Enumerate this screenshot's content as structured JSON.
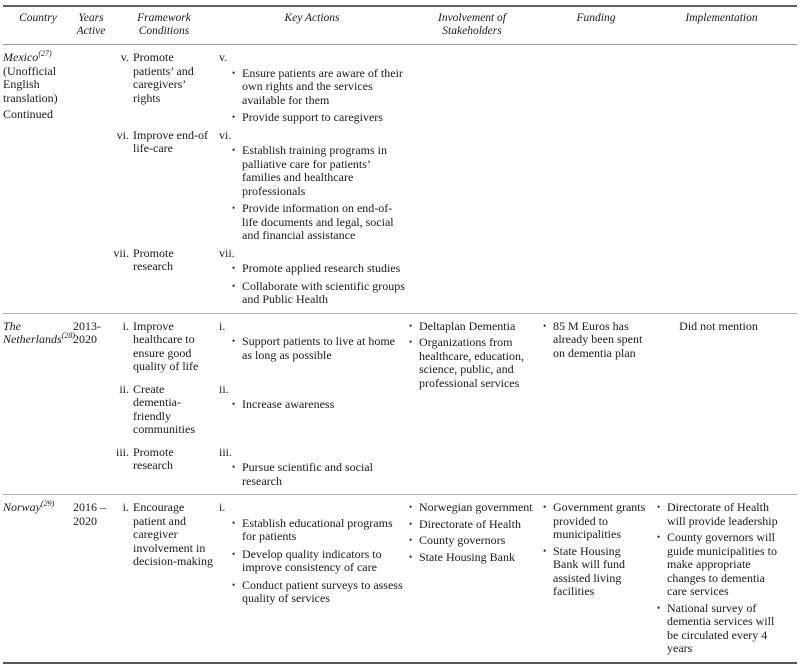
{
  "glyphs": {
    "bullet": "•"
  },
  "table": {
    "headers": [
      "Country",
      "Years Active",
      "Framework Conditions",
      "Key Actions",
      "Involvement of Stakeholders",
      "Funding",
      "Implementation"
    ],
    "rows": [
      {
        "country": {
          "name": "Mexico",
          "sup": "(27)",
          "note": "(Unofficial English translation)",
          "continued": "Continued"
        },
        "years": "",
        "sections": [
          {
            "num": "v.",
            "framework": "Promote patients’ and caregivers’ rights",
            "actions": [
              "Ensure patients are aware of their own rights and the services available for them",
              "Provide support to caregivers"
            ]
          },
          {
            "num": "vi.",
            "framework": "Improve end-of life-care",
            "actions": [
              "Establish training programs in palliative care for patients’ families and healthcare professionals",
              "Provide information on end-of-life documents and legal, social and financial assistance"
            ]
          },
          {
            "num": "vii.",
            "framework": "Promote research",
            "actions": [
              "Promote applied research studies",
              "Collaborate with scientific groups and Public Health"
            ]
          }
        ],
        "stakeholders": [],
        "funding": [],
        "implementation": []
      },
      {
        "country": {
          "name": "The Netherlands",
          "sup": "(28)"
        },
        "years": "2013-2020",
        "sections": [
          {
            "num": "i.",
            "framework": "Improve healthcare to ensure good quality of life",
            "actions": [
              "Support patients to live at home as long as possible"
            ]
          },
          {
            "num": "ii.",
            "framework": "Create dementia-friendly communities",
            "actions": [
              "Increase awareness"
            ]
          },
          {
            "num": "iii.",
            "framework": "Promote research",
            "actions": [
              "Pursue scientific and social research"
            ]
          }
        ],
        "stakeholders": [
          "Deltaplan Dementia",
          "Organizations from healthcare, education, science, public, and professional services"
        ],
        "funding": [
          "85 M Euros has already been spent on dementia plan"
        ],
        "implementation_note": "Did not mention"
      },
      {
        "country": {
          "name": "Norway",
          "sup": "(29)"
        },
        "years": "2016 – 2020",
        "sections": [
          {
            "num": "i.",
            "framework": "Encourage patient and caregiver involvement in decision-making",
            "actions": [
              "Establish educational programs for patients",
              "Develop quality indicators to improve consistency of care",
              "Conduct patient surveys to assess quality of services"
            ]
          }
        ],
        "stakeholders": [
          "Norwegian government",
          "Directorate of Health",
          "County governors",
          "State Housing Bank"
        ],
        "funding": [
          "Government grants provided to municipalities",
          "State Housing Bank will fund assisted living facilities"
        ],
        "implementation": [
          "Directorate of Health will provide leadership",
          "County governors will guide municipalities to make appropriate changes to dementia care services",
          "National survey of dementia services will be circulated every 4 years"
        ]
      }
    ]
  }
}
